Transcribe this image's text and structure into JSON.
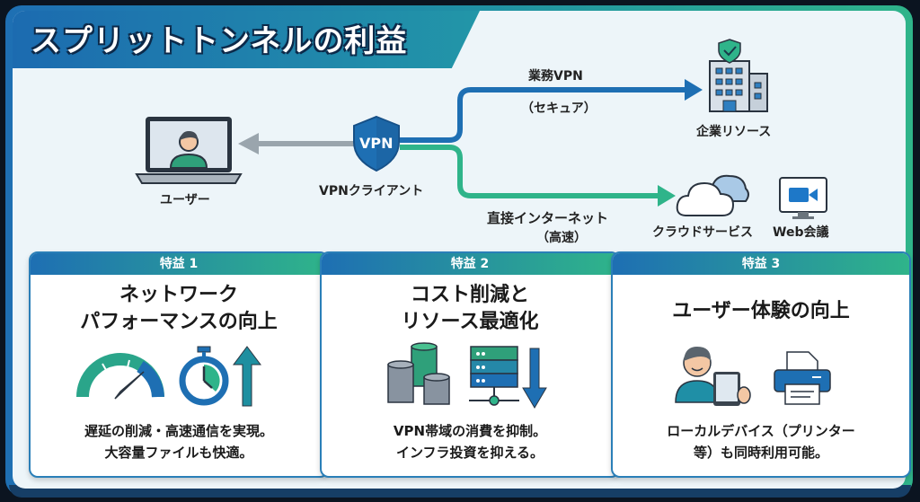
{
  "title": "スプリットトンネルの利益",
  "diagram": {
    "user_label": "ユーザー",
    "vpn_client_label": "VPNクライアント",
    "vpn_shield_text": "VPN",
    "business_vpn_label": "業務VPN",
    "business_vpn_sub": "（セキュア）",
    "corporate_label": "企業リソース",
    "direct_internet_label": "直接インターネット",
    "direct_internet_sub": "（高速）",
    "cloud_label": "クラウドサービス",
    "web_meeting_label": "Web会議"
  },
  "cards": [
    {
      "header": "特益 1",
      "title_lines": [
        "ネットワーク",
        "パフォーマンスの向上"
      ],
      "desc_lines": [
        "遅延の削減・高速通信を実現。",
        "大容量ファイルも快適。"
      ]
    },
    {
      "header": "特益 2",
      "title_lines": [
        "コスト削減と",
        "リソース最適化"
      ],
      "desc_lines": [
        "VPN帯域の消費を抑制。",
        "インフラ投資を抑える。"
      ]
    },
    {
      "header": "特益 3",
      "title_lines": [
        "ユーザー体験の向上"
      ],
      "desc_lines": [
        "ローカルデバイス（プリンター",
        "等）も同時利用可能。"
      ]
    }
  ],
  "colors": {
    "blue": "#1e6fb3",
    "green": "#2fb48a",
    "gray_arrow": "#9aa5ad"
  }
}
